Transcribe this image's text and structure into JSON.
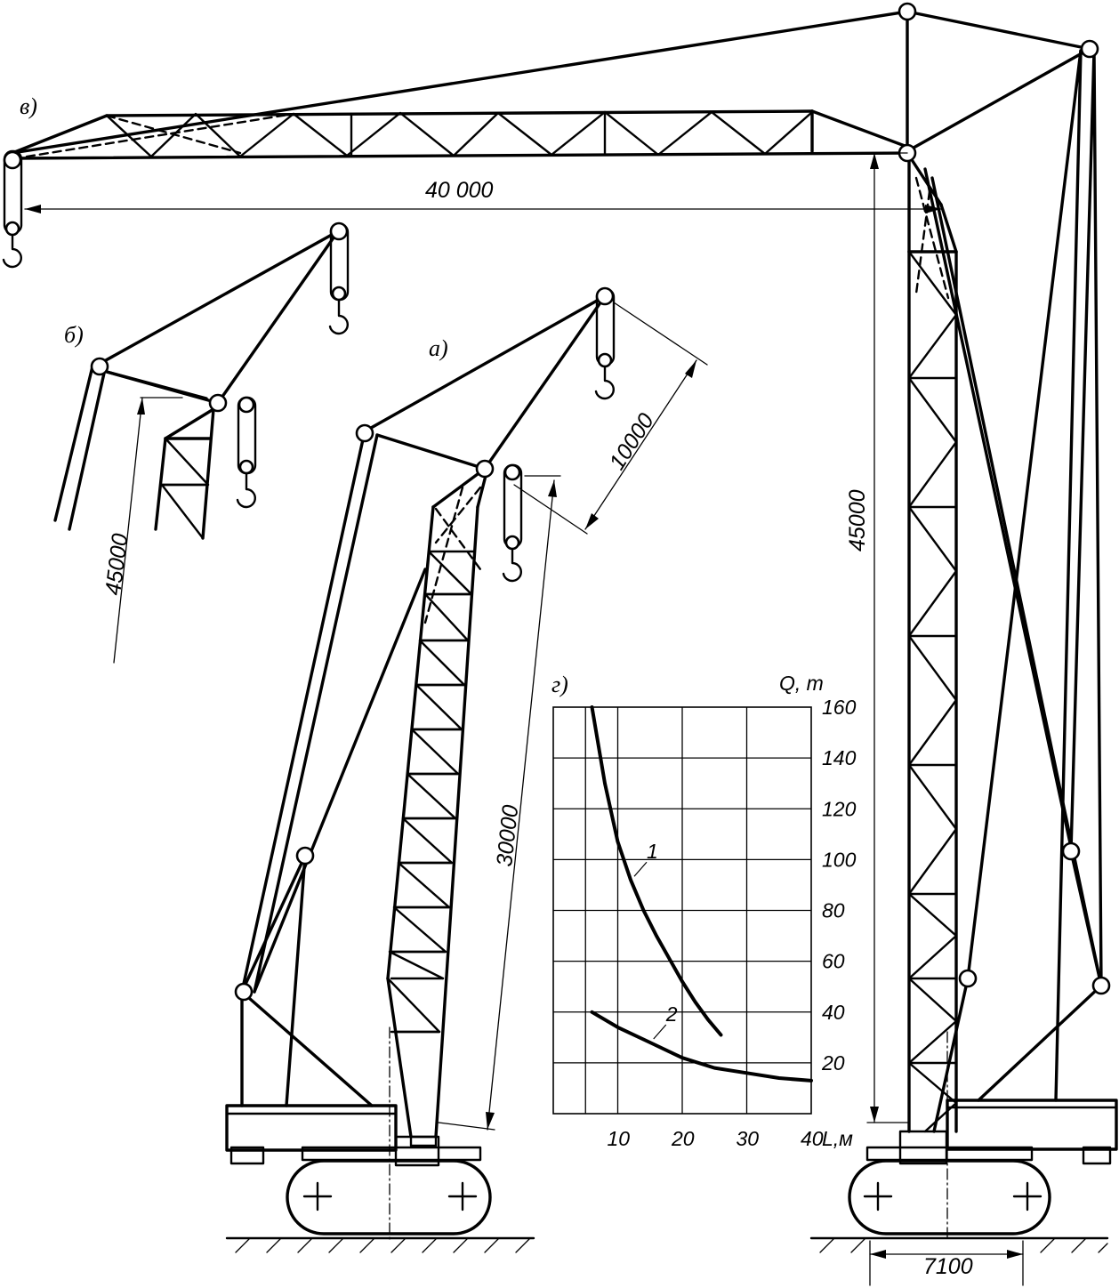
{
  "labels": {
    "a": "а)",
    "b": "б)",
    "v": "в)",
    "g": "г)"
  },
  "dimensions": {
    "reach_40000": "40 000",
    "height_45000_right": "45000",
    "height_45000_left": "45000",
    "boom_30000": "30000",
    "jib_10000": "10000",
    "track_7100": "7100"
  },
  "chart_data": {
    "type": "line",
    "xlabel": "L,м",
    "ylabel": "Q, т",
    "xlim": [
      0,
      40
    ],
    "ylim": [
      0,
      160
    ],
    "x_ticks": [
      "10",
      "20",
      "30",
      "40"
    ],
    "y_ticks": [
      "20",
      "40",
      "60",
      "80",
      "100",
      "120",
      "140",
      "160"
    ],
    "grid": true,
    "series": [
      {
        "name": "1",
        "x": [
          6,
          8,
          10,
          12,
          14,
          16,
          18,
          20,
          22,
          24,
          26
        ],
        "y": [
          160,
          130,
          107,
          92,
          80,
          70,
          61,
          52,
          44,
          37,
          31
        ]
      },
      {
        "name": "2",
        "x": [
          6,
          10,
          15,
          20,
          25,
          30,
          35,
          40
        ],
        "y": [
          40,
          34,
          28,
          22,
          18,
          16,
          14,
          13
        ]
      }
    ]
  }
}
